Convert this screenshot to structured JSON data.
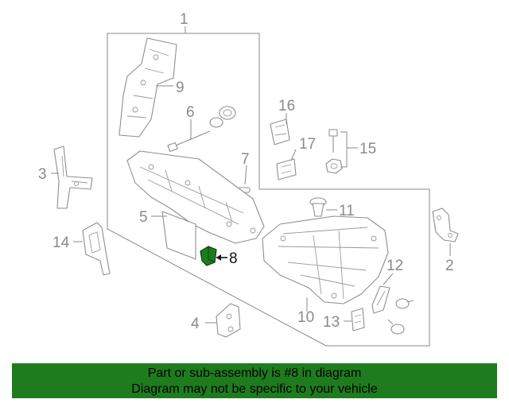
{
  "diagram": {
    "assembly_number": "1",
    "highlighted_part": "8",
    "highlight_color": "#1e7c1e",
    "callouts": {
      "c2": "2",
      "c3": "3",
      "c4": "4",
      "c5": "5",
      "c6": "6",
      "c7": "7",
      "c8": "8",
      "c9": "9",
      "c10": "10",
      "c11": "11",
      "c12": "12",
      "c13": "13",
      "c14": "14",
      "c15": "15",
      "c16": "16",
      "c17": "17"
    }
  },
  "footer": {
    "line1": "Part or sub-assembly is #8 in diagram",
    "line2": "Diagram may not be specific to your vehicle",
    "background": "#1e7c1e"
  }
}
